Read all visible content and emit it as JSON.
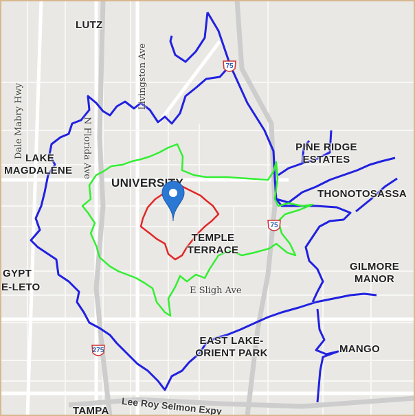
{
  "map": {
    "colors": {
      "background": "#e9e8e4",
      "road_major": "#ffffff",
      "road_highway": "#cfcfcf",
      "isochrone_outer": "#2121e0",
      "isochrone_middle": "#33ee33",
      "isochrone_inner": "#e02828",
      "marker": "#2b78d4"
    },
    "place_labels": {
      "lutz": "LUTZ",
      "lake_magdalene_1": "LAKE",
      "lake_magdalene_2": "MAGDALENE",
      "university": "UNIVERSITY",
      "temple_terrace_1": "TEMPLE",
      "temple_terrace_2": "TERRACE",
      "pine_ridge_1": "PINE RIDGE",
      "pine_ridge_2": "ESTATES",
      "thonotosassa": "THONOTOSASSA",
      "gilmore_1": "GILMORE",
      "gilmore_2": "MANOR",
      "egypt_1": "GYPT",
      "egypt_2": "E-LETO",
      "east_lake_1": "EAST LAKE-",
      "east_lake_2": "ORIENT PARK",
      "mango": "MANGO",
      "tampa": "TAMPA"
    },
    "road_labels": {
      "livingston": "Livingston Ave",
      "dale_mabry": "Dale Mabry Hwy",
      "florida_ave": "N Florida Ave",
      "sligh": "E Sligh Ave",
      "selmon": "Lee Roy Selmon Expy"
    },
    "shields": {
      "i75_north": "75",
      "i75_mid": "75",
      "i275": "275"
    },
    "marker_icon": "map-pin-icon"
  }
}
